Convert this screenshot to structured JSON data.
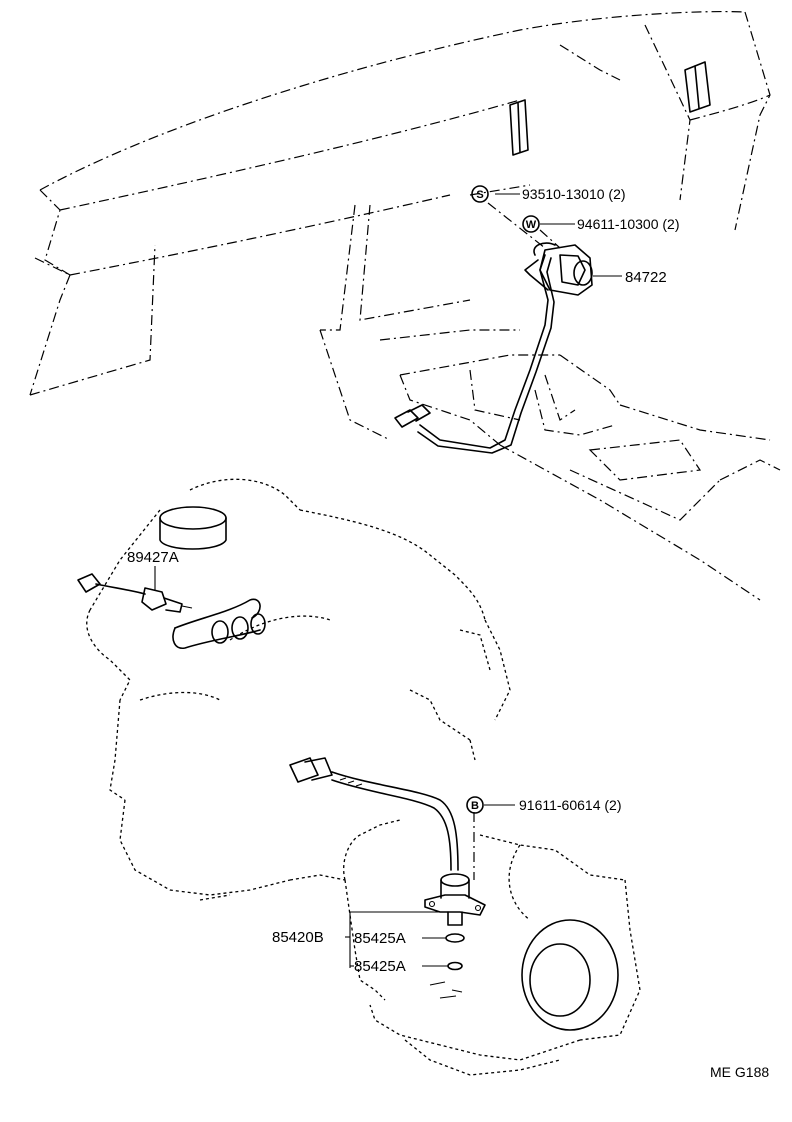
{
  "parts": {
    "screw": {
      "symbol": "S",
      "part_no": "93510-13010 (2)"
    },
    "washer": {
      "symbol": "W",
      "part_no": "94611-10300 (2)"
    },
    "switch_84722": {
      "part_no": "84722"
    },
    "sensor_89427A": {
      "part_no": "89427A"
    },
    "bolt": {
      "symbol": "B",
      "part_no": "91611-60614 (2)"
    },
    "sensor_85420B": {
      "part_no": "85420B"
    },
    "oring_upper": {
      "part_no": "85425A"
    },
    "oring_lower": {
      "part_no": "85425A"
    }
  },
  "drawing_code": "ME G188"
}
